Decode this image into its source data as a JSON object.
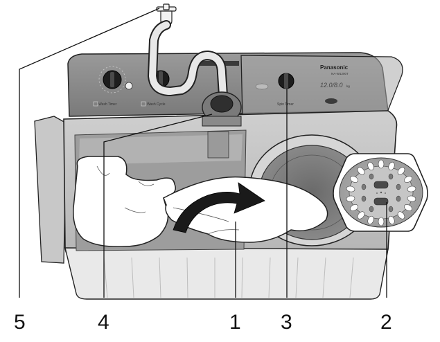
{
  "panel": {
    "brand": "Panasonic",
    "model": "NA-W1200T",
    "capacity": "12.0/8.0",
    "capacity_unit": "kg",
    "wash_timer_label": "Wash Timer",
    "wash_cycle_label": "Wash Cycle",
    "spin_timer_label": "Spin Timer"
  },
  "callouts": [
    {
      "id": "1",
      "label": "1"
    },
    {
      "id": "2",
      "label": "2"
    },
    {
      "id": "3",
      "label": "3"
    },
    {
      "id": "4",
      "label": "4"
    },
    {
      "id": "5",
      "label": "5"
    }
  ],
  "colors": {
    "outline": "#222222",
    "body_gray": "#8a8a8a",
    "dark_gray": "#555555",
    "light_gray": "#d9d9d9",
    "tub_gray": "#bfbfbf",
    "arrow": "#1a1a1a"
  }
}
